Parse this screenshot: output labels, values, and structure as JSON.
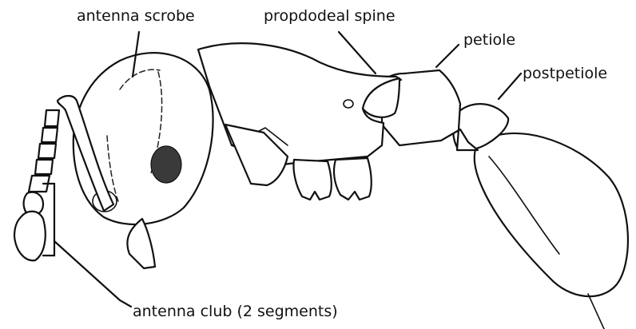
{
  "labels": {
    "antenna_scrobe": "antenna scrobe",
    "propodeal_spine": "propdodeal spine",
    "petiole": "petiole",
    "postpetiole": "postpetiole",
    "antenna_club": "antenna club (2 segments)"
  },
  "colors": {
    "line": "#111111",
    "eye": "#3a3a3a",
    "background": "#ffffff"
  }
}
